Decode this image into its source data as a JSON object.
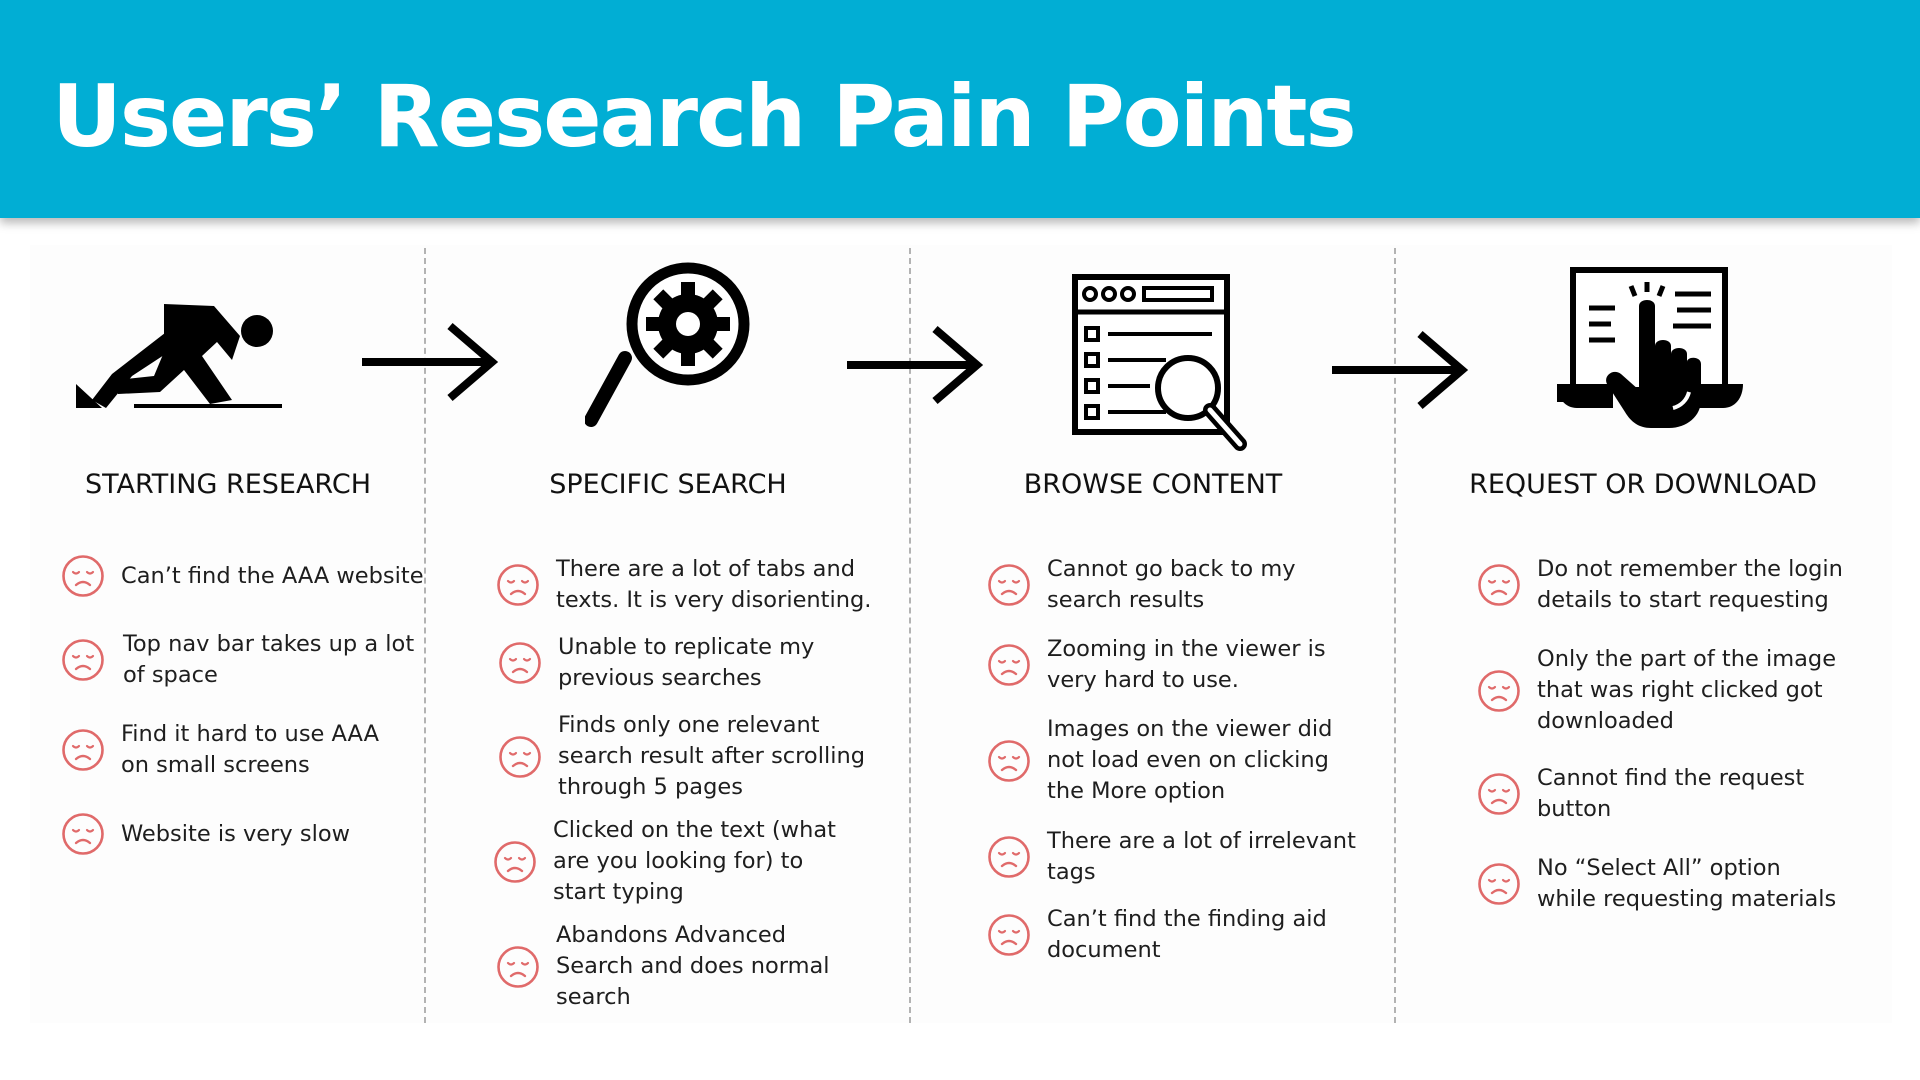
{
  "title": "Users’ Research Pain Points",
  "colors": {
    "banner": "#01aed4",
    "frown_icon": "#e06a6a",
    "icon": "#000000"
  },
  "stages": [
    {
      "title": "STARTING RESEARCH",
      "icon": "runner-start-icon",
      "items": [
        {
          "lines": [
            "Can’t find the AAA website"
          ]
        },
        {
          "lines": [
            "Top nav bar takes up a lot",
            "of space"
          ]
        },
        {
          "lines": [
            "Find it hard to use AAA",
            "on small screens"
          ]
        },
        {
          "lines": [
            "Website is very slow"
          ]
        }
      ]
    },
    {
      "title": "SPECIFIC SEARCH",
      "icon": "search-gear-icon",
      "items": [
        {
          "lines": [
            "There are a lot of tabs and",
            "texts. It is very disorienting."
          ]
        },
        {
          "lines": [
            "Unable to replicate my",
            "previous searches"
          ]
        },
        {
          "lines": [
            "Finds only one relevant",
            "search result after scrolling",
            "through 5 pages"
          ]
        },
        {
          "lines": [
            "Clicked on the text (what",
            "are you looking for)  to",
            "start typing"
          ]
        },
        {
          "lines": [
            "Abandons Advanced",
            "Search and does normal",
            "search"
          ]
        }
      ]
    },
    {
      "title": "BROWSE CONTENT",
      "icon": "browser-search-icon",
      "items": [
        {
          "lines": [
            "Cannot go back to my",
            "search results"
          ]
        },
        {
          "lines": [
            "Zooming in the viewer is",
            "very hard to use."
          ]
        },
        {
          "lines": [
            "Images on the viewer did",
            "not load even on clicking",
            "the More option"
          ]
        },
        {
          "lines": [
            "There are a lot of irrelevant",
            "tags"
          ]
        },
        {
          "lines": [
            "Can’t find the finding aid",
            "document"
          ]
        }
      ]
    },
    {
      "title": "REQUEST OR DOWNLOAD",
      "icon": "laptop-tap-icon",
      "items": [
        {
          "lines": [
            "Do not remember the login",
            "details to start requesting"
          ]
        },
        {
          "lines": [
            "Only the part of the image",
            "that was right clicked got",
            "downloaded"
          ]
        },
        {
          "lines": [
            "Cannot find the request",
            "button"
          ]
        },
        {
          "lines": [
            "No “Select All” option",
            "while requesting materials"
          ]
        }
      ]
    }
  ]
}
